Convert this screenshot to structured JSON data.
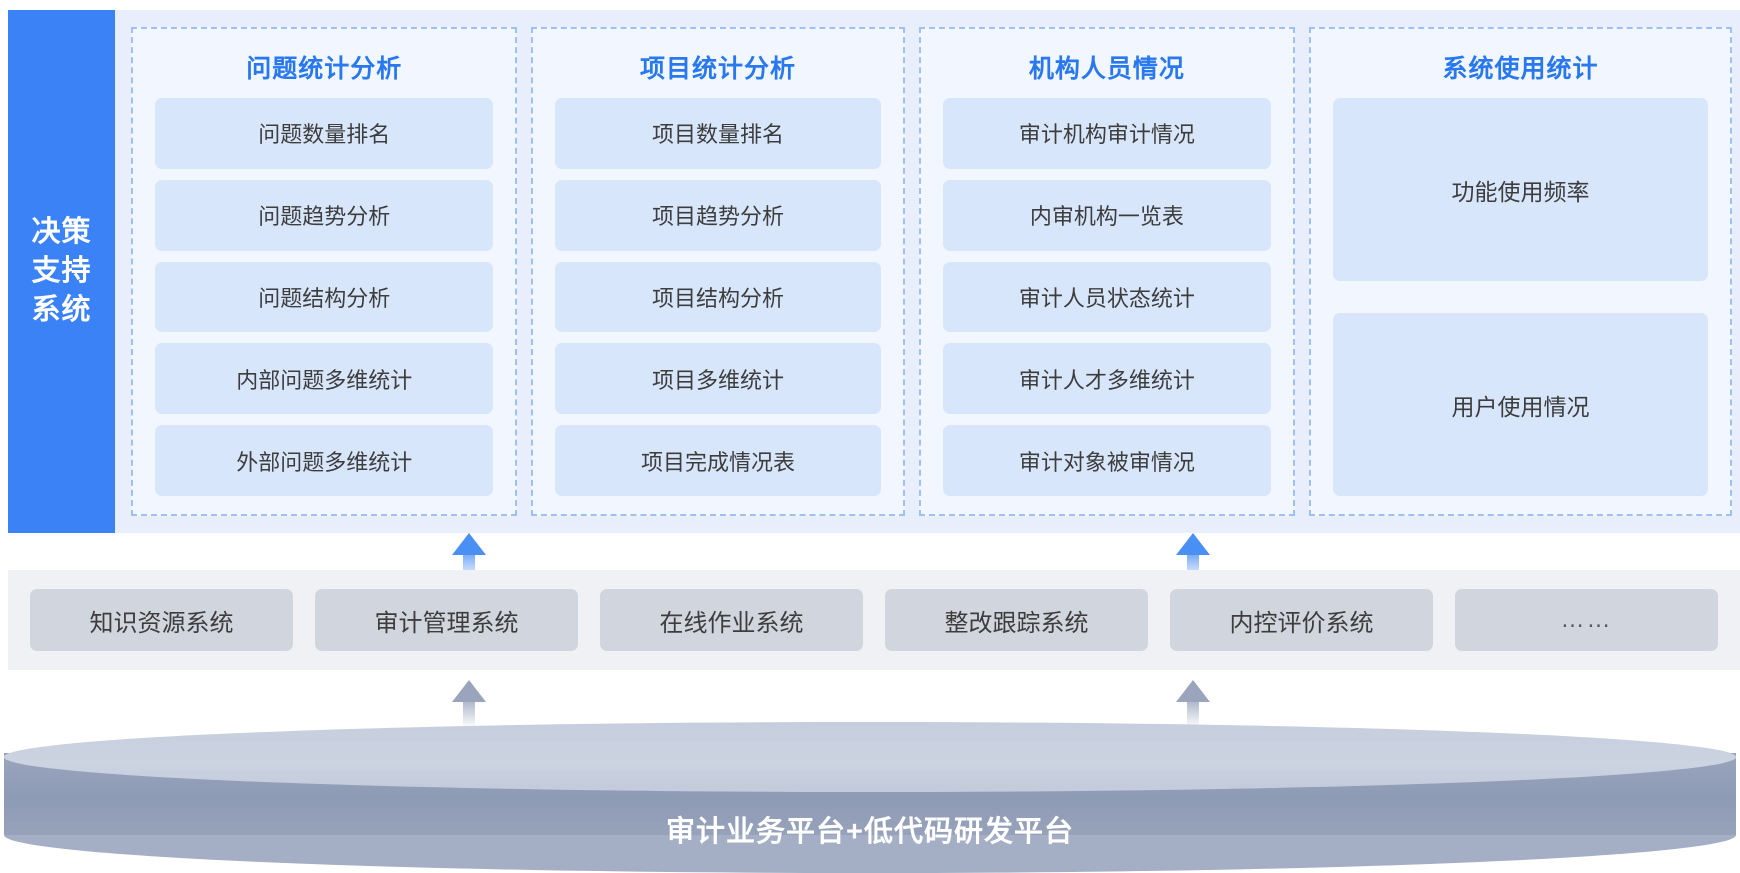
{
  "sidebar": {
    "lines": [
      "决策",
      "支持",
      "系统"
    ],
    "accent_color": "#3b82f6"
  },
  "groups": [
    {
      "title": "问题统计分析",
      "items": [
        "问题数量排名",
        "问题趋势分析",
        "问题结构分析",
        "内部问题多维统计",
        "外部问题多维统计"
      ]
    },
    {
      "title": "项目统计分析",
      "items": [
        "项目数量排名",
        "项目趋势分析",
        "项目结构分析",
        "项目多维统计",
        "项目完成情况表"
      ]
    },
    {
      "title": "机构人员情况",
      "items": [
        "审计机构审计情况",
        "内审机构一览表",
        "审计人员状态统计",
        "审计人才多维统计",
        "审计对象被审情况"
      ]
    },
    {
      "title": "系统使用统计",
      "items": [
        "功能使用频率",
        "用户使用情况"
      ]
    }
  ],
  "source_systems": [
    "知识资源系统",
    "审计管理系统",
    "在线作业系统",
    "整改跟踪系统",
    "内控评价系统",
    "……"
  ],
  "platform": {
    "label": "审计业务平台+低代码研发平台"
  },
  "colors": {
    "title_blue": "#2878f0",
    "panel_blue": "#e8eefc",
    "group_bg": "#f2f6fe",
    "item_blue": "#d8e6fb",
    "dashed_border": "#9dc0f5",
    "mid_panel": "#f0f1f5",
    "sys_box": "#d1d5dd",
    "cylinder_body": "#8e9bb5",
    "cylinder_top": "#ccd3e1"
  },
  "icons": {
    "arrow_up": "arrow-up-icon"
  }
}
